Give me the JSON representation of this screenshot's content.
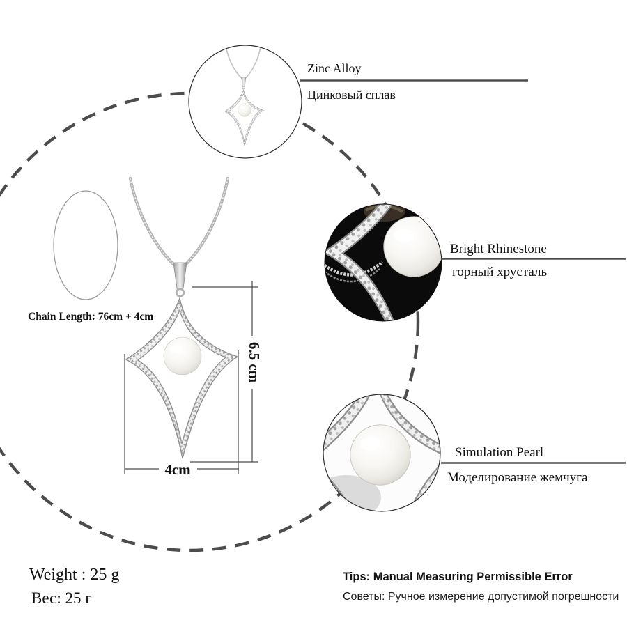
{
  "measurements": {
    "chain_length_label": "Chain Length: 76cm + 4cm",
    "pendant_height": "6.5 cm",
    "pendant_width": "4cm"
  },
  "weight": {
    "en": "Weight : 25 g",
    "ru": "Вес: 25 г"
  },
  "callouts": {
    "zinc": {
      "title_en": "Zinc Alloy",
      "title_ru": "Цинковый сплав"
    },
    "rhinestone": {
      "title_en": "Bright Rhinestone",
      "title_ru": "горный хрусталь"
    },
    "pearl": {
      "title_en": "Simulation Pearl",
      "title_ru": "Моделирование жемчуга"
    }
  },
  "tips": {
    "en": "Tips: Manual Measuring Permissible Error",
    "ru": "Советы: Ручное измерение допустимой погрешности"
  },
  "colors": {
    "background": "#ffffff",
    "dash_circle": "#4c4c4c",
    "metal": "#c7c7c7",
    "photo_background": "#0b0b0b",
    "text": "#111111"
  }
}
